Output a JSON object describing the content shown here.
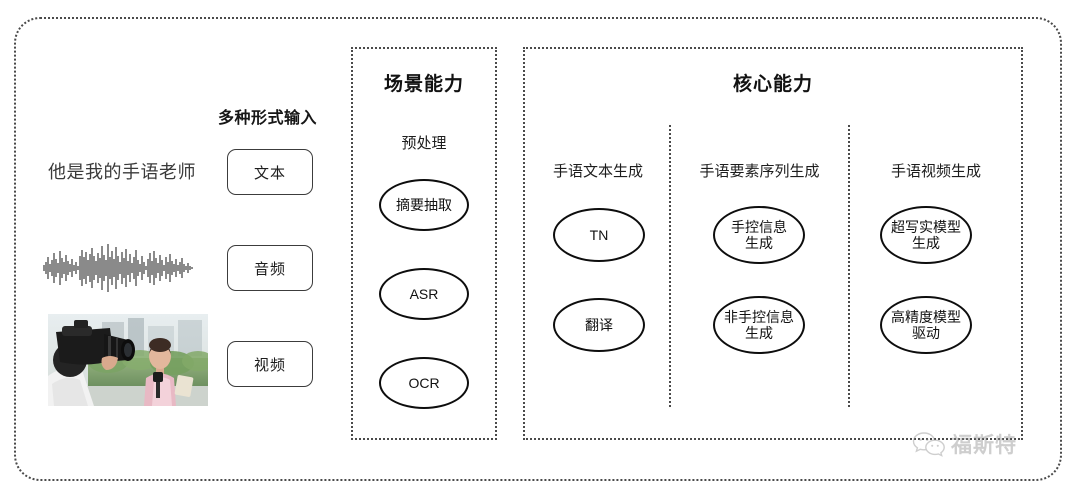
{
  "diagram": {
    "input_section": {
      "heading": "多种形式输入",
      "sample_sentence": "他是我的手语老师",
      "modalities": [
        {
          "label": "文本",
          "icon": "text-icon"
        },
        {
          "label": "音频",
          "icon": "waveform-icon"
        },
        {
          "label": "视频",
          "icon": "video-thumbnail-icon"
        }
      ]
    },
    "scene_panel": {
      "title": "场景能力",
      "section_label": "预处理",
      "nodes": [
        {
          "line1": "摘要抽取",
          "line2": ""
        },
        {
          "line1": "ASR",
          "line2": ""
        },
        {
          "line1": "OCR",
          "line2": ""
        }
      ]
    },
    "core_panel": {
      "title": "核心能力",
      "columns": [
        {
          "label": "手语文本生成",
          "nodes": [
            {
              "line1": "TN",
              "line2": ""
            },
            {
              "line1": "翻译",
              "line2": ""
            }
          ]
        },
        {
          "label": "手语要素序列生成",
          "nodes": [
            {
              "line1": "手控信息",
              "line2": "生成"
            },
            {
              "line1": "非手控信息",
              "line2": "生成"
            }
          ]
        },
        {
          "label": "手语视频生成",
          "nodes": [
            {
              "line1": "超写实模型",
              "line2": "生成"
            },
            {
              "line1": "高精度模型",
              "line2": "驱动"
            }
          ]
        }
      ]
    },
    "watermark": {
      "text": "福斯特",
      "icon": "wechat-bubbles-icon"
    },
    "colors": {
      "background": "#ffffff",
      "border_dotted": "#4a4a4a",
      "node_stroke": "#0d0d0d",
      "chip_stroke": "#3c3c3c",
      "text": "#1a1a1a",
      "watermark": "#8d8d8d"
    }
  }
}
